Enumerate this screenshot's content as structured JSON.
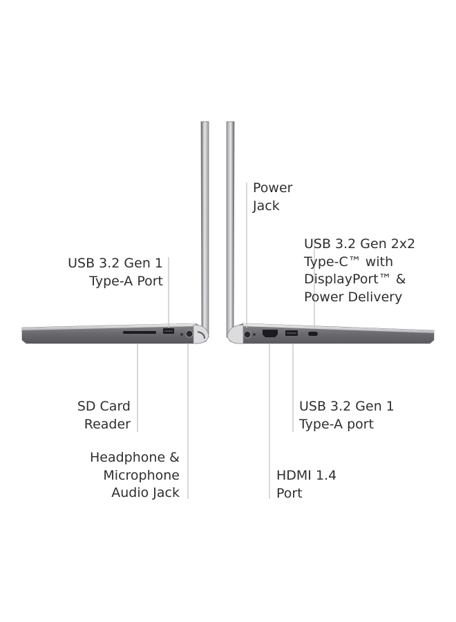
{
  "left_side": {
    "usb_a": {
      "lines": [
        "USB 3.2 Gen 1",
        "Type-A Port"
      ]
    },
    "sd_card": {
      "lines": [
        "SD Card",
        "Reader"
      ]
    },
    "audio_jack": {
      "lines": [
        "Headphone &",
        "Microphone",
        "Audio Jack"
      ]
    }
  },
  "right_side": {
    "power_jack": {
      "lines": [
        "Power",
        "Jack"
      ]
    },
    "usb_c": {
      "lines": [
        "USB 3.2 Gen 2x2",
        "Type-C™ with",
        "DisplayPort™ &",
        "Power Delivery"
      ]
    },
    "usb_a": {
      "lines": [
        "USB 3.2 Gen 1",
        "Type-A port"
      ]
    },
    "hdmi": {
      "lines": [
        "HDMI 1.4",
        "Port"
      ]
    }
  },
  "colors": {
    "chassis_dark": "#6d6d70",
    "chassis_silver": "#c9c9cc",
    "callout_line": "#c8c8c8"
  }
}
